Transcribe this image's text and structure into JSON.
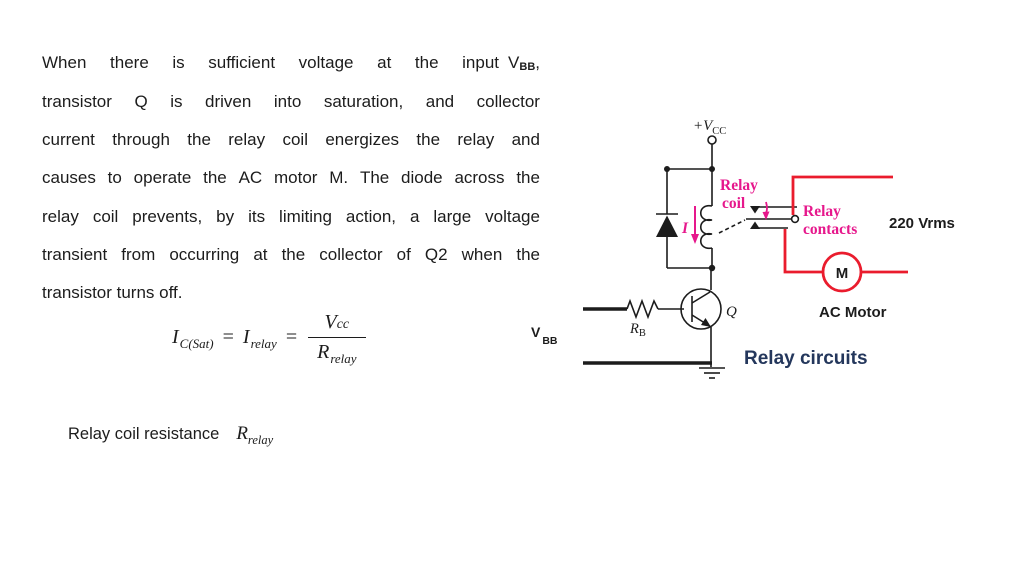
{
  "colors": {
    "magenta": "#e6188c",
    "red": "#ea1c2d",
    "navy": "#24375c",
    "ink": "#1c1c1c"
  },
  "paragraph": {
    "line1_pre": "When there is sufficient voltage at the input",
    "line1_v": "V",
    "line1_v_sub": "BB",
    "line1_tail": ",",
    "line2": "transistor Q is driven into saturation, and collector",
    "line3": "current through the relay coil energizes the relay and",
    "line4": "causes to operate the AC motor M. The diode across the",
    "line5": "relay coil prevents, by its limiting action, a large voltage",
    "line6": "transient from occurring at the collector of Q2 when the",
    "line7": "transistor turns off."
  },
  "formula": {
    "i": "I",
    "i_sub": "C(Sat)",
    "eq1": "=",
    "i2": "I",
    "i2_sub": "relay",
    "eq2": "=",
    "num_v": "V",
    "num_sub": "cc",
    "den_r": "R",
    "den_sub": "relay"
  },
  "coil_note": {
    "label": "Relay coil resistance",
    "r": "R",
    "r_sub": "relay"
  },
  "circuit": {
    "vcc": "+V",
    "vcc_sub": "CC",
    "relay_coil_1": "Relay",
    "relay_coil_2": "coil",
    "current": "I",
    "relay_contacts_1": "Relay",
    "relay_contacts_2": "contacts",
    "voltage": "220 Vrms",
    "motor_letter": "M",
    "motor_label": "AC Motor",
    "caption": "Relay circuits",
    "transistor": "Q",
    "rb": "R",
    "rb_sub": "B",
    "vbb": "V",
    "vbb_sub": "BB"
  }
}
